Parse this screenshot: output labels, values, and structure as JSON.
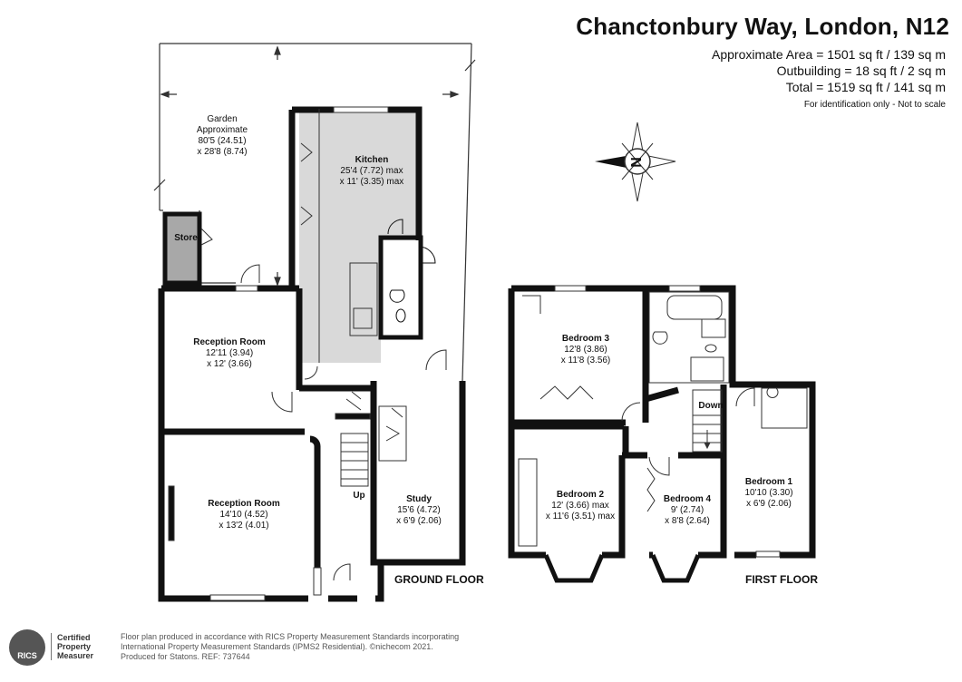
{
  "header": {
    "title": "Chanctonbury Way, London, N12",
    "area_lines": [
      "Approximate Area = 1501 sq ft / 139 sq m",
      "Outbuilding = 18 sq ft / 2 sq m",
      "Total = 1519 sq ft / 141 sq m"
    ],
    "note": "For identification only - Not to scale"
  },
  "compass": {
    "letter": "N"
  },
  "ground_floor": {
    "label": "GROUND FLOOR",
    "rooms": {
      "garden": {
        "name": "Garden",
        "line2": "Approximate",
        "line3": "80'5 (24.51)",
        "line4": "x 28'8 (8.74)"
      },
      "store": {
        "name": "Store"
      },
      "kitchen": {
        "name": "Kitchen",
        "line2": "25'4 (7.72) max",
        "line3": "x 11' (3.35) max"
      },
      "reception1": {
        "name": "Reception Room",
        "line2": "12'11 (3.94)",
        "line3": "x 12' (3.66)"
      },
      "reception2": {
        "name": "Reception Room",
        "line2": "14'10 (4.52)",
        "line3": "x 13'2 (4.01)"
      },
      "study": {
        "name": "Study",
        "line2": "15'6 (4.72)",
        "line3": "x 6'9 (2.06)"
      }
    },
    "stairs_label": "Up"
  },
  "first_floor": {
    "label": "FIRST FLOOR",
    "rooms": {
      "bedroom3": {
        "name": "Bedroom 3",
        "line2": "12'8 (3.86)",
        "line3": "x 11'8 (3.56)"
      },
      "bedroom2": {
        "name": "Bedroom 2",
        "line2": "12' (3.66) max",
        "line3": "x 11'6 (3.51) max"
      },
      "bedroom4": {
        "name": "Bedroom 4",
        "line2": "9' (2.74)",
        "line3": "x 8'8 (2.64)"
      },
      "bedroom1": {
        "name": "Bedroom 1",
        "line2": "10'10 (3.30)",
        "line3": "x 6'9 (2.06)"
      }
    },
    "stairs_label": "Down"
  },
  "footer": {
    "badge_lines": [
      "Certified",
      "Property",
      "Measurer"
    ],
    "badge_logo": "RICS",
    "text_lines": [
      "Floor plan produced in accordance with RICS Property Measurement Standards incorporating",
      "International Property Measurement Standards (IPMS2 Residential).  ©nichecom 2021.",
      "Produced for Statons.   REF: 737644"
    ]
  },
  "colors": {
    "wall": "#111111",
    "kitchen_fill": "#d9d9d9",
    "store_fill": "#a8a8a8",
    "outline": "#333333"
  }
}
